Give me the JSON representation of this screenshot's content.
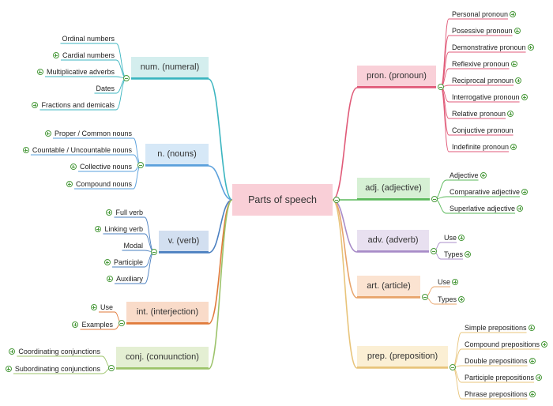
{
  "center": {
    "label": "Parts of speech"
  },
  "nodes": {
    "numeral": "num. (numeral)",
    "nouns": "n. (nouns)",
    "verb": "v. (verb)",
    "interjection": "int. (interjection)",
    "conjunction": "conj. (conuunction)",
    "pronoun": "pron. (pronoun)",
    "adjective": "adj. (adjective)",
    "adverb": "adv. (adverb)",
    "article": "art. (article)",
    "preposition": "prep. (preposition)"
  },
  "leaves": {
    "numeral": [
      "Ordinal numbers",
      "Cardial numbers",
      "Multiplicative adverbs",
      "Dates",
      "Fractions and demicals"
    ],
    "nouns": [
      "Proper / Common nouns",
      "Countable / Uncountable nouns",
      "Collective nouns",
      "Compound nouns"
    ],
    "verb": [
      "Full  verb",
      "Linking verb",
      "Modal",
      "Participle",
      "Auxiliary"
    ],
    "interjection": [
      "Use",
      "Examples"
    ],
    "conjunction": [
      "Coordinating conjunctions",
      "Subordinating conjunctions"
    ],
    "pronoun": [
      "Personal pronoun",
      "Posessive pronoun",
      "Demonstrative pronoun",
      "Reflexive pronoun",
      "Reciprocal pronoun",
      "Interrogative pronoun",
      "Relative pronoun",
      "Conjuctive pronoun",
      "Indefinite pronoun"
    ],
    "adjective": [
      "Adjective",
      "Comparative adjective",
      "Superlative adjective"
    ],
    "adverb": [
      "Use",
      "Types"
    ],
    "article": [
      "Use",
      "Types"
    ],
    "preposition": [
      "Simple prepositions",
      "Compound prepositions",
      "Double prepositions",
      "Participle prepositions",
      "Phrase prepositions"
    ]
  },
  "colors": {
    "numeral": "#3bb5c0",
    "nouns": "#5aa0dc",
    "verb": "#4a7fc0",
    "interjection": "#e07a3a",
    "conjunction": "#9cc36a",
    "pronoun": "#e05a78",
    "adjective": "#5ab85a",
    "adverb": "#a88cc8",
    "article": "#e8a46a",
    "preposition": "#e8c47a"
  },
  "fills": {
    "center": "#f9cfd7",
    "numeral": "#d4eeee",
    "nouns": "#d6e8f7",
    "verb": "#d2dff0",
    "interjection": "#f9dbc9",
    "conjunction": "#e4efd3",
    "pronoun": "#f9d0d8",
    "adjective": "#d6f0d4",
    "adverb": "#e8e0f0",
    "article": "#fbe3d1",
    "preposition": "#fbefd4"
  }
}
